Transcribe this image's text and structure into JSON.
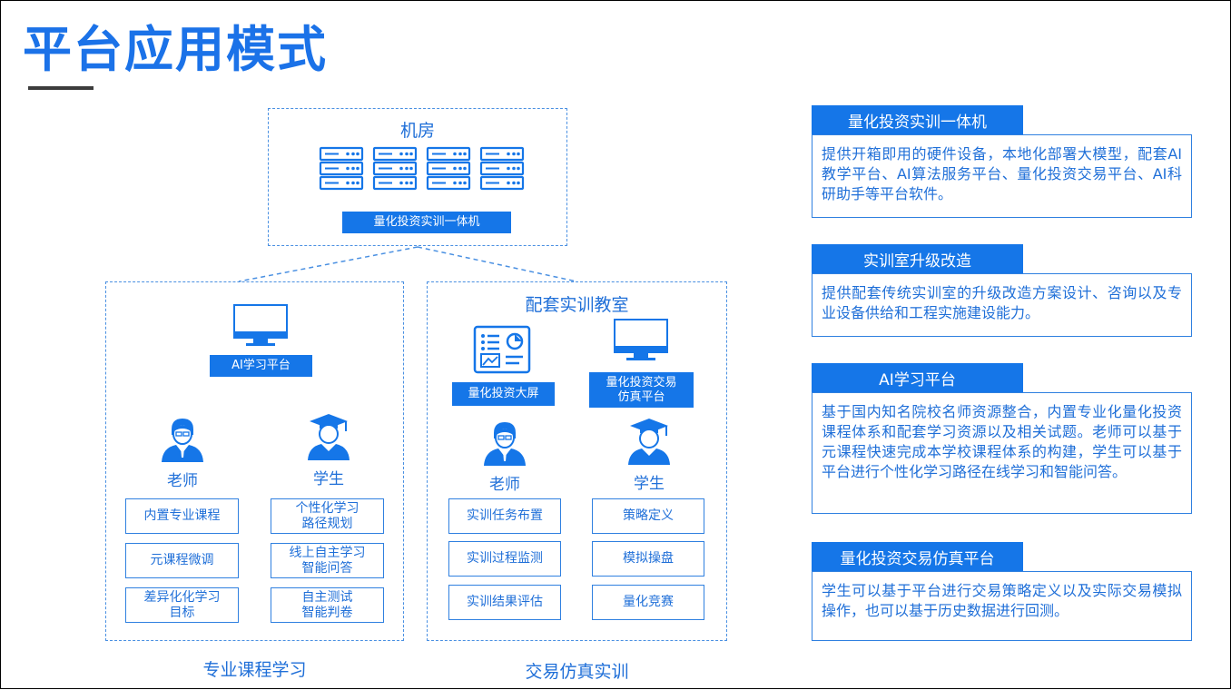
{
  "title": "平台应用模式",
  "machine_room": {
    "label": "机房",
    "device_label": "量化投资实训一体机"
  },
  "course_learning": {
    "platform_label": "AI学习平台",
    "teacher_label": "老师",
    "student_label": "学生",
    "teacher_items": [
      "内置专业课程",
      "元课程微调",
      "差异化化学习\n目标"
    ],
    "student_items": [
      "个性化学习\n路径规划",
      "线上自主学习\n智能问答",
      "自主测试\n智能判卷"
    ],
    "section_label": "专业课程学习"
  },
  "trading_sim": {
    "room_label": "配套实训教室",
    "screen_label": "量化投资大屏",
    "sim_platform_label": "量化投资交易\n仿真平台",
    "teacher_label": "老师",
    "student_label": "学生",
    "teacher_items": [
      "实训任务布置",
      "实训过程监测",
      "实训结果评估"
    ],
    "student_items": [
      "策略定义",
      "模拟操盘",
      "量化竞赛"
    ],
    "section_label": "交易仿真实训"
  },
  "right_panels": [
    {
      "heading": "量化投资实训一体机",
      "text": "提供开箱即用的硬件设备，本地化部署大模型，配套AI教学平台、AI算法服务平台、量化投资交易平台、AI科研助手等平台软件。"
    },
    {
      "heading": "实训室升级改造",
      "text": "提供配套传统实训室的升级改造方案设计、咨询以及专业设备供给和工程实施建设能力。"
    },
    {
      "heading": "AI学习平台",
      "text": "基于国内知名院校名师资源整合，内置专业化量化投资课程体系和配套学习资源以及相关试题。老师可以基于元课程快速完成本学校课程体系的构建，学生可以基于平台进行个性化学习路径在线学习和智能问答。"
    },
    {
      "heading": "量化投资交易仿真平台",
      "text": "学生可以基于平台进行交易策略定义以及实际交易模拟操作，也可以基于历史数据进行回测。"
    }
  ],
  "colors": {
    "accent": "#1576e8",
    "title": "#1b72e8",
    "text": "#1f6fd8"
  },
  "icons": [
    "server-rack-icon",
    "monitor-icon",
    "teacher-icon",
    "student-graduate-icon",
    "dashboard-screen-icon"
  ]
}
